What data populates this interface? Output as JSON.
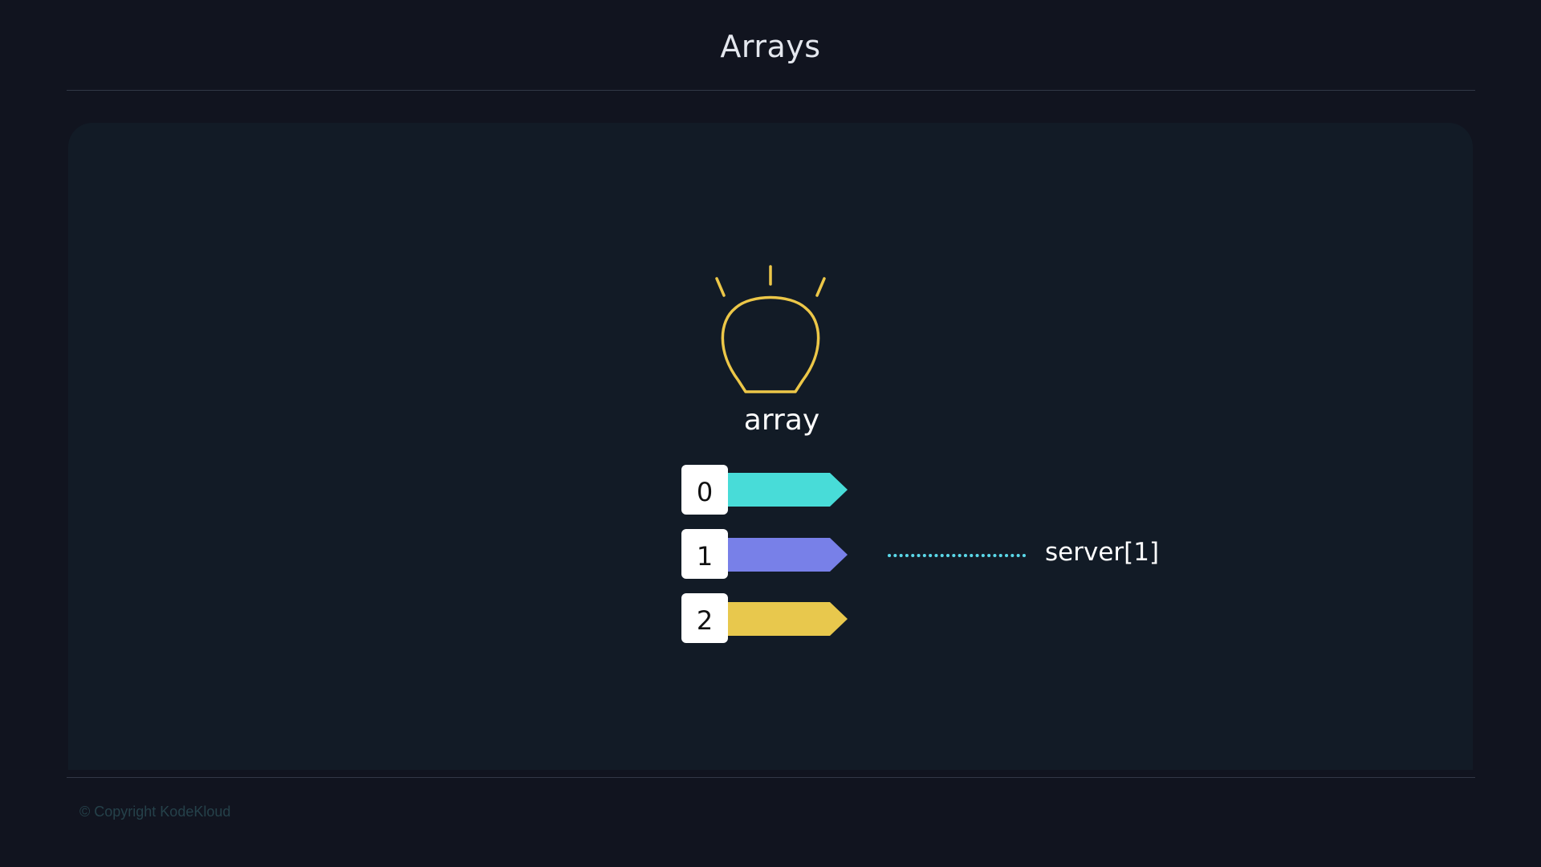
{
  "header": {
    "title": "Arrays"
  },
  "diagram": {
    "concept_label": "array",
    "icon": "lightbulb-icon",
    "elements": [
      {
        "index": "0",
        "color": "#48dcd8"
      },
      {
        "index": "1",
        "color": "#7880e8"
      },
      {
        "index": "2",
        "color": "#e8c84d"
      }
    ],
    "pointer": {
      "label": "server[1]",
      "color": "#5ad8e8"
    },
    "bulb_color": "#ecc748"
  },
  "footer": {
    "copyright": "© Copyright KodeKloud"
  }
}
